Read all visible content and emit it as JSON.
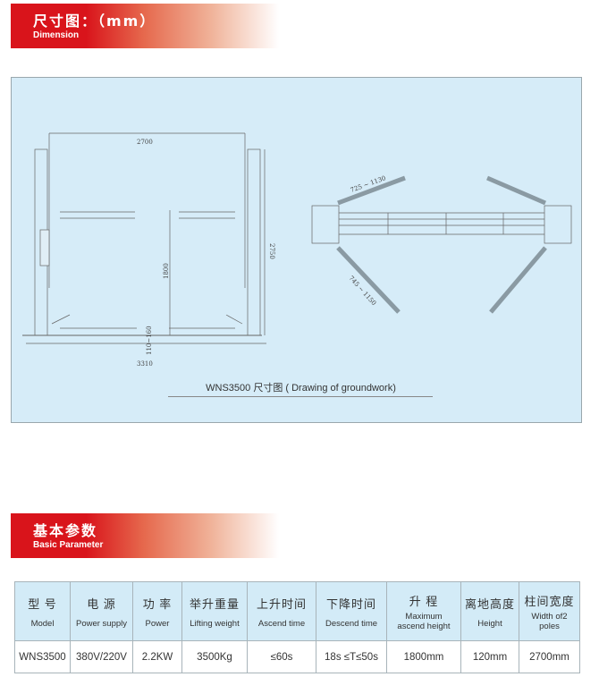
{
  "dimension_section": {
    "title": "尺寸图：（mm）",
    "subtitle": "Dimension"
  },
  "drawing": {
    "caption": "WNS3500 尺寸图 ( Drawing of groundwork)",
    "dims": {
      "width_poles": "2700",
      "height": "2750",
      "lift": "1800",
      "overall": "3310",
      "ground": "110~160",
      "arm_short": "725 ~ 1130",
      "arm_long": "745 ~ 1150"
    }
  },
  "parameter_section": {
    "title": "基本参数",
    "subtitle": "Basic Parameter"
  },
  "table": {
    "headers": [
      {
        "cn": "型 号",
        "en": "Model"
      },
      {
        "cn": "电 源",
        "en": "Power supply"
      },
      {
        "cn": "功 率",
        "en": "Power"
      },
      {
        "cn": "举升重量",
        "en": "Lifting weight"
      },
      {
        "cn": "上升时间",
        "en": "Ascend time"
      },
      {
        "cn": "下降时间",
        "en": "Descend time"
      },
      {
        "cn": "升 程",
        "en": "Maximum ascend height"
      },
      {
        "cn": "离地高度",
        "en": "Height"
      },
      {
        "cn": "柱间宽度",
        "en": "Width of2 poles"
      }
    ],
    "rows": [
      [
        "WNS3500",
        "380V/220V",
        "2.2KW",
        "3500Kg",
        "≤60s",
        "18s ≤T≤50s",
        "1800mm",
        "120mm",
        "2700mm"
      ]
    ]
  }
}
